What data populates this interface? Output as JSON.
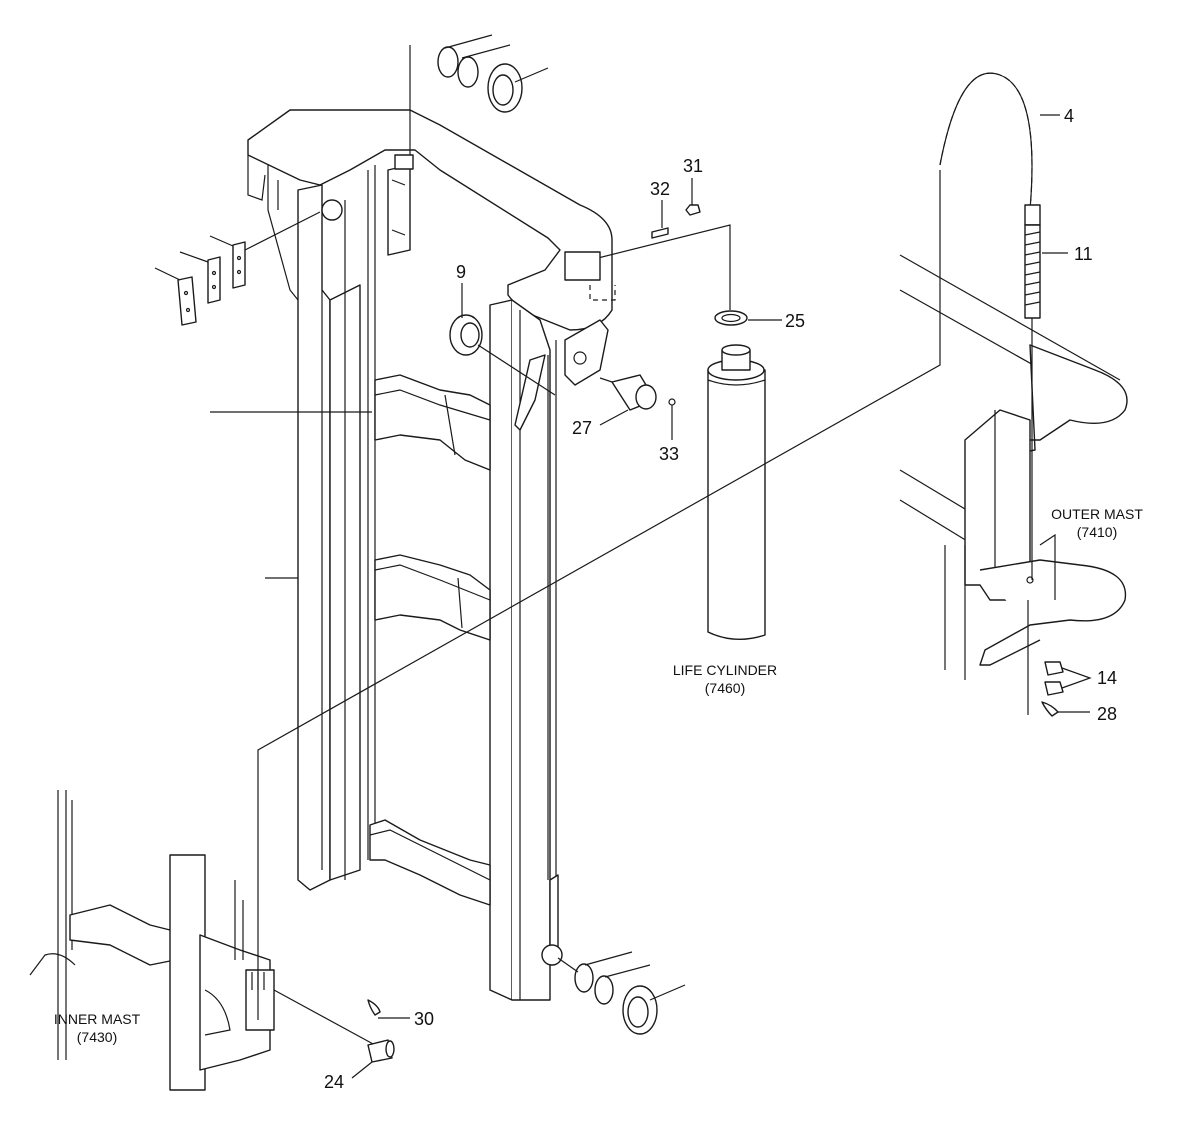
{
  "callouts": {
    "c4": "4",
    "c9": "9",
    "c11": "11",
    "c14": "14",
    "c24": "24",
    "c25": "25",
    "c27": "27",
    "c28": "28",
    "c30": "30",
    "c31": "31",
    "c32": "32",
    "c33": "33"
  },
  "labels": {
    "outer_mast": {
      "name": "OUTER MAST",
      "code": "(7410)"
    },
    "life_cylinder": {
      "name": "LIFE CYLINDER",
      "code": "(7460)"
    },
    "inner_mast": {
      "name": "INNER MAST",
      "code": "(7430)"
    }
  }
}
